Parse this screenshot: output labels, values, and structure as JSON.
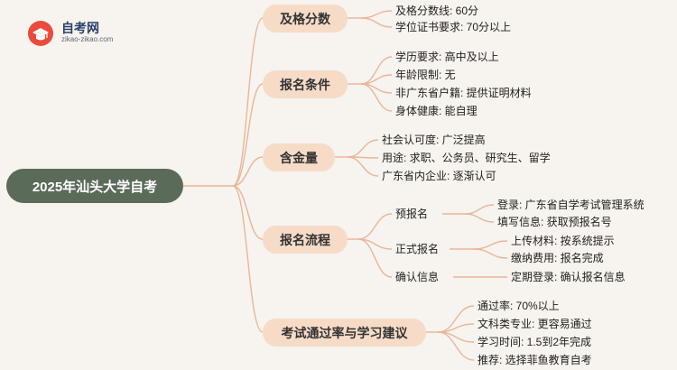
{
  "logo": {
    "name": "自考网",
    "url_text": "zikao-zikao.com"
  },
  "root": "2025年汕头大学自考",
  "branches": [
    {
      "label": "及格分数",
      "items": [
        "及格分数线: 60分",
        "学位证书要求: 70分以上"
      ]
    },
    {
      "label": "报名条件",
      "items": [
        "学历要求: 高中及以上",
        "年龄限制: 无",
        "非广东省户籍: 提供证明材料",
        "身体健康: 能自理"
      ]
    },
    {
      "label": "含金量",
      "items": [
        "社会认可度: 广泛提高",
        "用途: 求职、公务员、研究生、留学",
        "广东省内企业: 逐渐认可"
      ]
    },
    {
      "label": "报名流程",
      "groups": [
        {
          "label": "预报名",
          "items": [
            "登录: 广东省自学考试管理系统",
            "填写信息: 获取预报名号"
          ]
        },
        {
          "label": "正式报名",
          "items": [
            "上传材料: 按系统提示",
            "缴纳费用: 报名完成"
          ]
        },
        {
          "label": "确认信息",
          "items": [
            "定期登录: 确认报名信息"
          ]
        }
      ]
    },
    {
      "label": "考试通过率与学习建议",
      "items": [
        "通过率: 70%以上",
        "文科类专业: 更容易通过",
        "学习时间: 1.5到2年完成",
        "推荐: 选择菲鱼教育自考"
      ]
    }
  ],
  "colors": {
    "root": "#5b6b59",
    "branch": "#f6dcc7",
    "line": "#e7b79a",
    "background": "#f7f3ee"
  }
}
